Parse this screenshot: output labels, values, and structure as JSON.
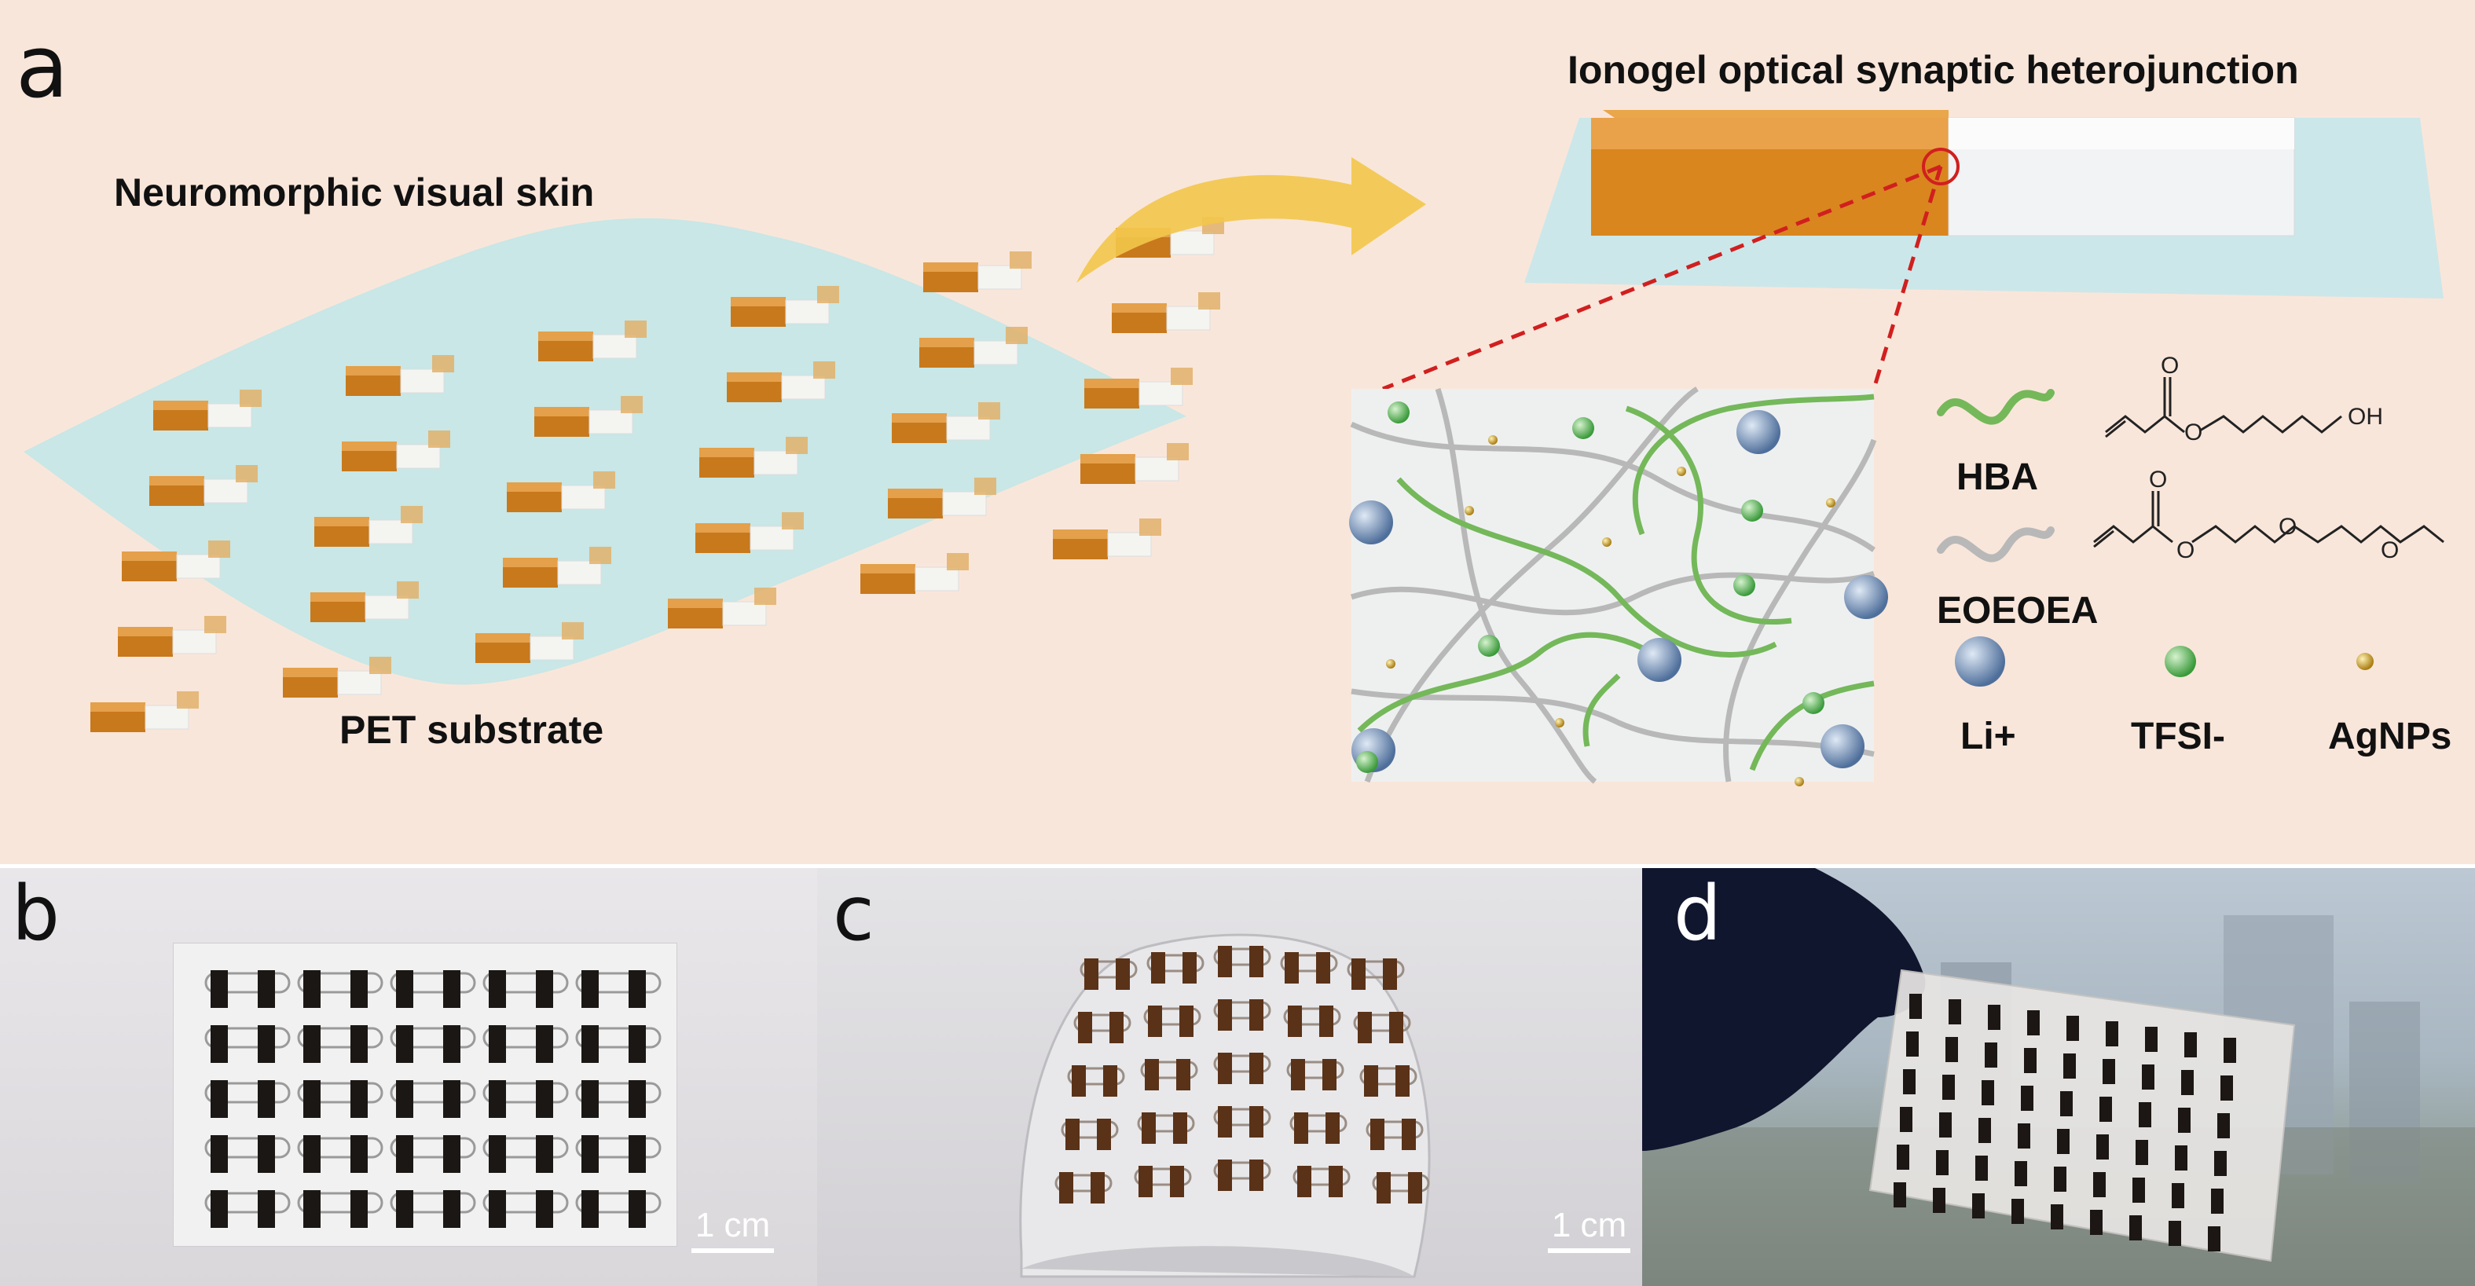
{
  "panels": {
    "a": {
      "label": "a",
      "title_left": "Neuromorphic visual skin",
      "substrate_label": "PET substrate",
      "title_right": "Ionogel optical synaptic heterojunction",
      "legend": {
        "hba": "HBA",
        "eoeoea": "EOEOEA",
        "oh": "OH",
        "o": "O",
        "li": "Li+",
        "tfsi": "TFSI-",
        "agnps": "AgNPs"
      },
      "colors": {
        "background": "#f9e6da",
        "substrate": "#bfe6e8",
        "device_orange": "#d9861f",
        "arrow": "#f2c74a",
        "polymer_green": "#74b85a",
        "polymer_gray": "#b8b8b8",
        "li_ion": "#6d8fb8",
        "tfsi_ion": "#5fb25a",
        "agnp": "#c8a020",
        "highlight_red": "#d11f1f"
      }
    },
    "b": {
      "label": "b",
      "scale_bar": "1 cm"
    },
    "c": {
      "label": "c",
      "scale_bar": "1 cm"
    },
    "d": {
      "label": "d"
    }
  }
}
